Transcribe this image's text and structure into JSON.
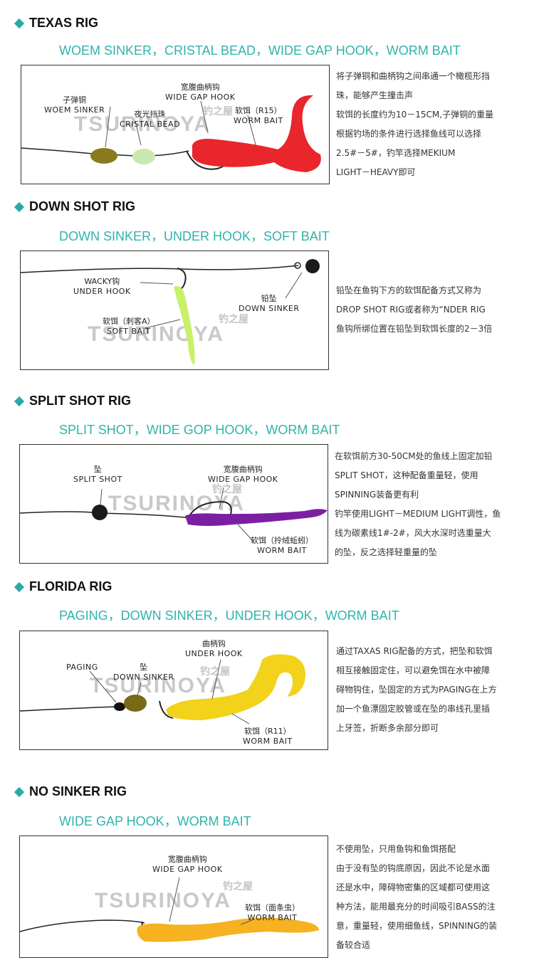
{
  "watermark": {
    "brand": "TSURINOYA",
    "brand_cn": "钓之屋"
  },
  "sections": [
    {
      "title": "TEXAS RIG",
      "subtitle": "WOEM SINKER，CRISTAL BEAD，WIDE GAP HOOK，WORM BAIT",
      "labels": [
        {
          "cn": "子弹铜",
          "en": "WOEM SINKER"
        },
        {
          "cn": "夜光挡珠",
          "en": "CRISTAL BEAD"
        },
        {
          "cn": "宽腹曲柄钩",
          "en": "WIDE GAP HOOK"
        },
        {
          "cn": "软饵（R15）",
          "en": "WORM BAIT"
        }
      ],
      "desc": [
        "将子弹铜和曲柄钩之间串通一个橄榄形挡",
        "珠，能够产生撞击声",
        "软饵的长度约为10－15CM,子弹铜的重量",
        "根据钓场的条件进行选择鱼线可以选择",
        "2.5#－5#，钓竿选择MEKIUM",
        "LIGHT－HEAVY即可"
      ],
      "colors": {
        "sinker": "#8a7a1e",
        "bead": "#c9e8b0",
        "bait": "#e8262b"
      }
    },
    {
      "title": "DOWN SHOT RIG",
      "subtitle": "DOWN SINKER，UNDER HOOK，SOFT BAIT",
      "labels": [
        {
          "cn": "WACKY钩",
          "en": "UNDER HOOK"
        },
        {
          "cn": "铅坠",
          "en": "DOWN SINKER"
        },
        {
          "cn": "软饵（刺客A）",
          "en": "SOFT BAIT"
        }
      ],
      "desc": [
        "铅坠在鱼钩下方的软饵配备方式又称为",
        "DROP SHOT RIG或者称为“NDER RIG",
        "鱼钩所绑位置在铅坠到软饵长度的2－3倍"
      ],
      "colors": {
        "sinker": "#1a1a1a",
        "bait": "#c8f06a"
      }
    },
    {
      "title": "SPLIT SHOT RIG",
      "subtitle": "SPLIT SHOT，WIDE GOP HOOK，WORM BAIT",
      "labels": [
        {
          "cn": "坠",
          "en": "SPLIT SHOT"
        },
        {
          "cn": "宽腹曲柄钩",
          "en": "WIDE GAP HOOK"
        },
        {
          "cn": "软饵（拎绒蚯蚓）",
          "en": "WORM BAIT"
        }
      ],
      "desc": [
        "在软饵前方30-50CM处的鱼线上固定加铅",
        "SPLIT SHOT，这种配备重量轻，使用",
        "SPINNING装备更有利",
        "钓竿使用LIGHT－MEDIUM LIGHT调性，鱼",
        "线为碳素线1#-2#，风大水深时选重量大",
        "的坠，反之选择轻重量的坠"
      ],
      "colors": {
        "sinker": "#1a1a1a",
        "bait": "#7b1fa2"
      }
    },
    {
      "title": "FLORIDA RIG",
      "subtitle": "PAGING，DOWN SINKER，UNDER HOOK，WORM BAIT",
      "labels": [
        {
          "cn": "",
          "en": "PAGING"
        },
        {
          "cn": "坠",
          "en": "DOWN SINKER"
        },
        {
          "cn": "曲柄钩",
          "en": "UNDER HOOK"
        },
        {
          "cn": "软饵（R11）",
          "en": "WORM BAIT"
        }
      ],
      "desc": [
        "通过TAXAS RIG配备的方式，把坠和软饵",
        "相互接触固定住，可以避免饵在水中被障",
        "碍物钩住，坠固定的方式为PAGING在上方",
        "加一个鱼漂固定胶管或在坠的串线孔里插",
        "上牙签，折断多余部分即可"
      ],
      "colors": {
        "sinker": "#7a6a14",
        "bait": "#f2d21a"
      }
    },
    {
      "title": "NO SINKER RIG",
      "subtitle": "WIDE GAP HOOK，WORM BAIT",
      "labels": [
        {
          "cn": "宽腹曲柄钩",
          "en": "WIDE GAP HOOK"
        },
        {
          "cn": "软饵（面条虫）",
          "en": "WORM BAIT"
        }
      ],
      "desc": [
        "不使用坠，只用鱼钩和鱼饵搭配",
        "由于没有坠的钩底原因，因此不论是水面",
        "还是水中，障碍物密集的区域都可使用这",
        "种方法，能用最充分的时间吸引BASS的注",
        "意，重量轻，使用细鱼线，SPINNING的装",
        "备较合适"
      ],
      "colors": {
        "bait": "#f6b221"
      }
    }
  ]
}
